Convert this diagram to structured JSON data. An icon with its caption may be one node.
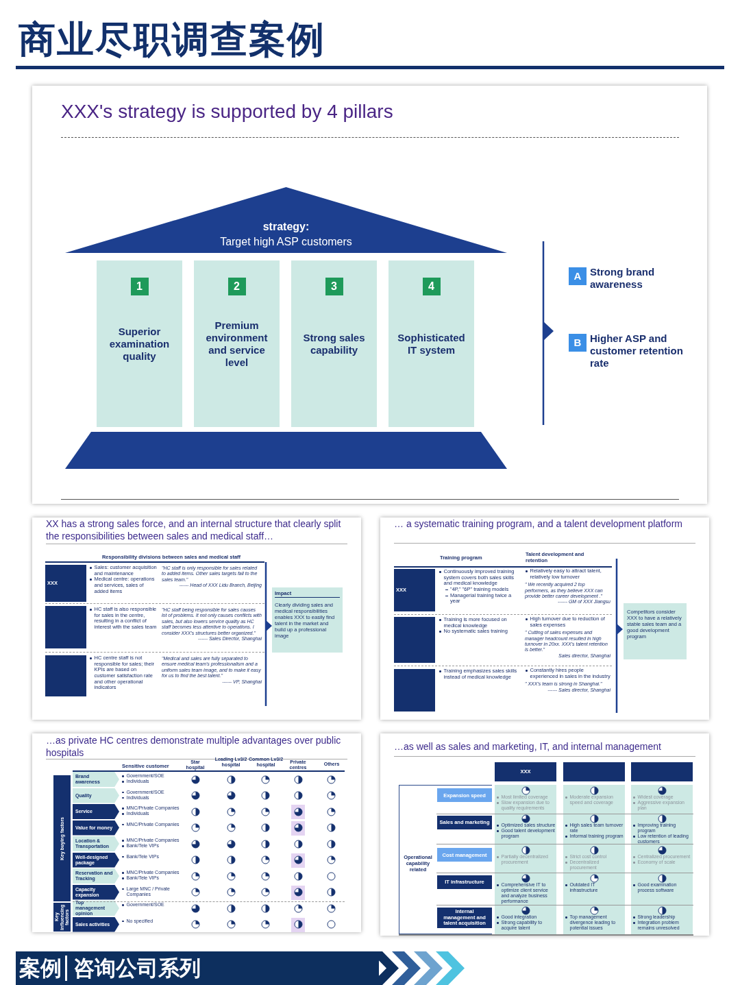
{
  "diagram": {
    "title": "商业尽职调查案例",
    "nodes": [
      {
        "text": [
          "XXX's strategy is supported by 4 pillars"
        ]
      },
      {
        "text": [
          "strategy:",
          "Target high ASP customers"
        ],
        "in": 0
      },
      {
        "text": [
          "1",
          "Superior examination quality"
        ],
        "in": 0
      },
      {
        "text": [
          "2",
          "Premium environment and service level"
        ],
        "in": 0
      },
      {
        "text": [
          "3",
          "Strong sales capability"
        ],
        "in": 0
      },
      {
        "text": [
          "4",
          "Sophisticated IT system"
        ],
        "in": 0
      },
      {
        "text": [
          "A",
          "Strong brand awareness"
        ],
        "in": 0
      },
      {
        "text": [
          "B",
          "Higher ASP and customer retention rate"
        ],
        "in": 0
      },
      {
        "text": [
          "XX has a strong sales force, and an internal structure that clearly split the responsibilities between sales and medical staff…"
        ]
      },
      {
        "text": [
          "XXX"
        ],
        "in": 8
      },
      {
        "text": [],
        "shape": "box",
        "in": 8
      },
      {
        "text": [],
        "shape": "box",
        "in": 8
      },
      {
        "text": [
          "Impact",
          "Clearly dividing sales and medical responsibilities enables XXX to easily find talent in the market and build up a professional image"
        ],
        "in": 8
      },
      {
        "text": [
          "… a systematic training program, and a talent development platform"
        ]
      },
      {
        "text": [
          "XXX"
        ],
        "in": 13
      },
      {
        "text": [],
        "shape": "box",
        "in": 13
      },
      {
        "text": [],
        "shape": "box",
        "in": 13
      },
      {
        "text": [
          "Competitors consider XXX to have a relatively stable sales team and a good development program"
        ],
        "in": 13
      },
      {
        "text": [
          "…as private HC centres demonstrate multiple advantages over public hospitals"
        ]
      },
      {
        "text": [
          "Key buying factors"
        ],
        "in": 18
      },
      {
        "text": [
          "Key influencing factors"
        ],
        "in": 18
      },
      {
        "text": [
          "Brand awareness"
        ],
        "in": 18
      },
      {
        "text": [
          "Quality"
        ],
        "in": 18
      },
      {
        "text": [
          "Service"
        ],
        "in": 18
      },
      {
        "text": [
          "Value for money"
        ],
        "in": 18
      },
      {
        "text": [
          "Location & Transportation"
        ],
        "in": 18
      },
      {
        "text": [
          "Well-designed package"
        ],
        "in": 18
      },
      {
        "text": [
          "Reservation and Tracking"
        ],
        "in": 18
      },
      {
        "text": [
          "Capacity expansion"
        ],
        "in": 18
      },
      {
        "text": [
          "Top management opinion"
        ],
        "in": 18
      },
      {
        "text": [
          "Sales activities"
        ],
        "in": 18
      },
      {
        "text": [
          "…as well as sales and marketing, IT, and internal management"
        ]
      },
      {
        "text": [
          "Operational capability related"
        ],
        "in": 31
      },
      {
        "text": [
          "XXX"
        ],
        "in": 31
      },
      {
        "text": [],
        "shape": "box",
        "in": 31
      },
      {
        "text": [],
        "shape": "box",
        "in": 31
      },
      {
        "text": [
          "Expansion speed"
        ],
        "in": 32
      },
      {
        "text": [
          "Sales and marketing"
        ],
        "in": 32
      },
      {
        "text": [
          "Cost management"
        ],
        "in": 32
      },
      {
        "text": [
          "IT infrastructure"
        ],
        "in": 32
      },
      {
        "text": [
          "Internal management and talent acquisition"
        ],
        "in": 32
      },
      {
        "text": [
          "案例",
          "咨询公司系列"
        ]
      },
      {
        "text": [],
        "shape": "trapezoid",
        "in": 0
      }
    ],
    "labels": [
      "Responsibility divisions between sales and medical staff",
      "Sales: customer acquisition and maintenance",
      "Medical centre: operations and services, sales of added items",
      "\"HC staff is only responsible for sales related to added items. Other sales targets fall to the sales team.\"",
      "------ Head of XXX Lidu Branch, Beijing",
      "HC staff is also responsible for sales in the centre, resulting in a conflict of interest with the sales team",
      "\"HC staff being responsible for sales causes lot of problems. It not only causes conflicts with sales, but also lowers service quality as HC staff becomes less attentive to operations. I consider XXX's structures better organized.\"",
      "------ Sales Director, Shanghai",
      "HC centre staff is not responsible for sales; their KPIs are based on customer satisfaction rate and other operational indicators",
      "\"Medical and sales are fully separated to ensure medical team's professionalism and a uniform sales team image, and to make it easy for us to find the best talent.\"",
      "------ VP, Shanghai",
      "Training program",
      "Talent development and retention",
      "Continuously improved training system covers both sales skills and medical knowledge",
      "\"4P,\" \"6P\" training models",
      "Managerial training twice a year",
      "Relatively easy to attract talent, relatively low turnover",
      "\" We recently acquired 2 top performers, as they believe XXX can provide better career development .\"",
      "------ GM of XXX Jiangsu",
      "Training is more focused on medical knowledge",
      "No systematic sales training",
      "High turnover due to reduction of sales expenses",
      "\" Cutting of sales expenses and manager headcount resulted in high turnover in 20xx. XXX's talent retention is better.\"",
      "Sales director, Shanghai",
      "Training emphasizes sales skills instead of medical knowledge",
      "Constantly hires people experienced in sales in the industry",
      "\" XXX's team is strong in Shanghai.\"",
      "------ Sales director, Shanghai",
      "Sensitive customer",
      "Star hospital",
      "Leading Lv3/2 hospital",
      "Common Lv3/2 hospital",
      "Private centres",
      "Others",
      "Government/SOE",
      "Individuals",
      "Government/SOE",
      "Individuals",
      "MNC/Private Companies",
      "Individuals",
      "MNC/Private Companies",
      "MNC/Private Companies",
      "Bank/Tele VIPs",
      "Bank/Tele VIPs",
      "MNC/Private Companies",
      "Bank/Tele VIPs",
      "Large MNC / Private Companies",
      "Government/SOE",
      "No specified",
      "Most limited coverage",
      "Slow expansion due to quality requirements",
      "Moderate expansion speed and coverage",
      "Widest coverage",
      "Aggressive expansion plan",
      "Optimized sales structure",
      "Good talent development program",
      "High sales team turnover rate",
      "Informal training program",
      "Improving training program",
      "Low retention of leading customers",
      "Partially decentralized procurement",
      "Strict cost control",
      "Decentralized procurement",
      "Centralized procurement",
      "Economy of scale",
      "Comprehensive IT to optimize client service and analyze business performance",
      "Outdated IT infrastructure",
      "Good examination process software",
      "Good integration",
      "Strong capability to acquire talent",
      "Top management divergence leading to potential issues",
      "Strong leadership",
      "Integration problem remains unresolved"
    ]
  }
}
